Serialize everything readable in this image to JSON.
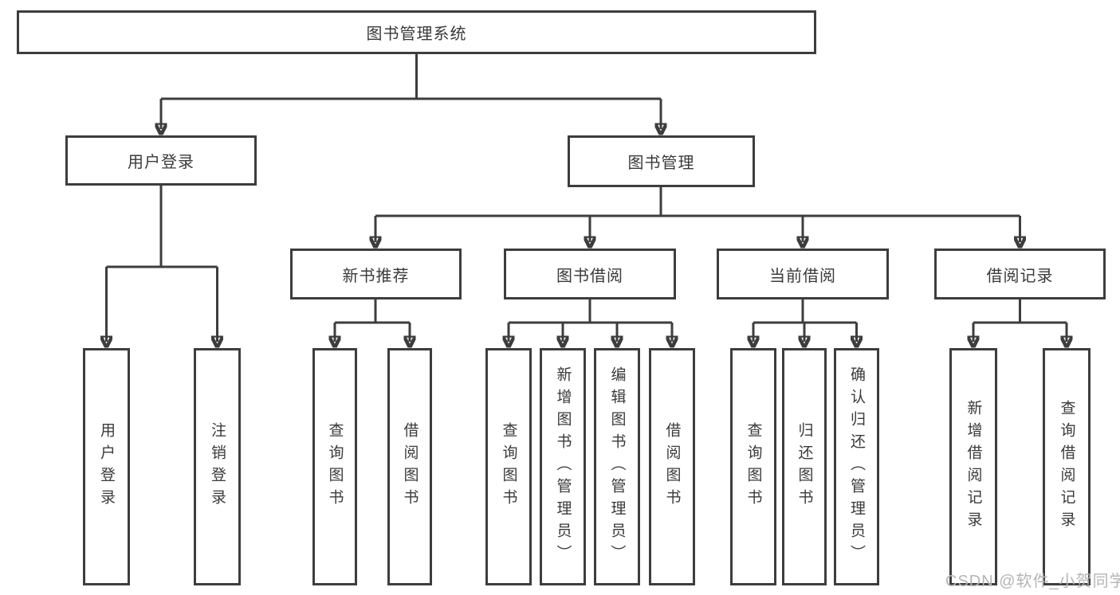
{
  "diagram_title": "图书管理系统",
  "tree": {
    "label": "图书管理系统",
    "children": [
      {
        "label": "用户登录",
        "children": [
          {
            "label": "用户登录"
          },
          {
            "label": "注销登录"
          }
        ]
      },
      {
        "label": "图书管理",
        "children": [
          {
            "label": "新书推荐",
            "children": [
              {
                "label": "查询图书"
              },
              {
                "label": "借阅图书"
              }
            ]
          },
          {
            "label": "图书借阅",
            "children": [
              {
                "label": "查询图书"
              },
              {
                "label": "新增图书（管理员）"
              },
              {
                "label": "编辑图书（管理员）"
              },
              {
                "label": "借阅图书"
              }
            ]
          },
          {
            "label": "当前借阅",
            "children": [
              {
                "label": "查询图书"
              },
              {
                "label": "归还图书"
              },
              {
                "label": "确认归还（管理员）"
              }
            ]
          },
          {
            "label": "借阅记录",
            "children": [
              {
                "label": "新增借阅记录"
              },
              {
                "label": "查询借阅记录"
              }
            ]
          }
        ]
      }
    ]
  },
  "watermark": {
    "text": "CSDN @软件_小贺同学"
  },
  "colors": {
    "line": "#3d3d3d",
    "text": "#3a3a3a",
    "watermark": "#b5b5b5",
    "background": "#ffffff"
  }
}
